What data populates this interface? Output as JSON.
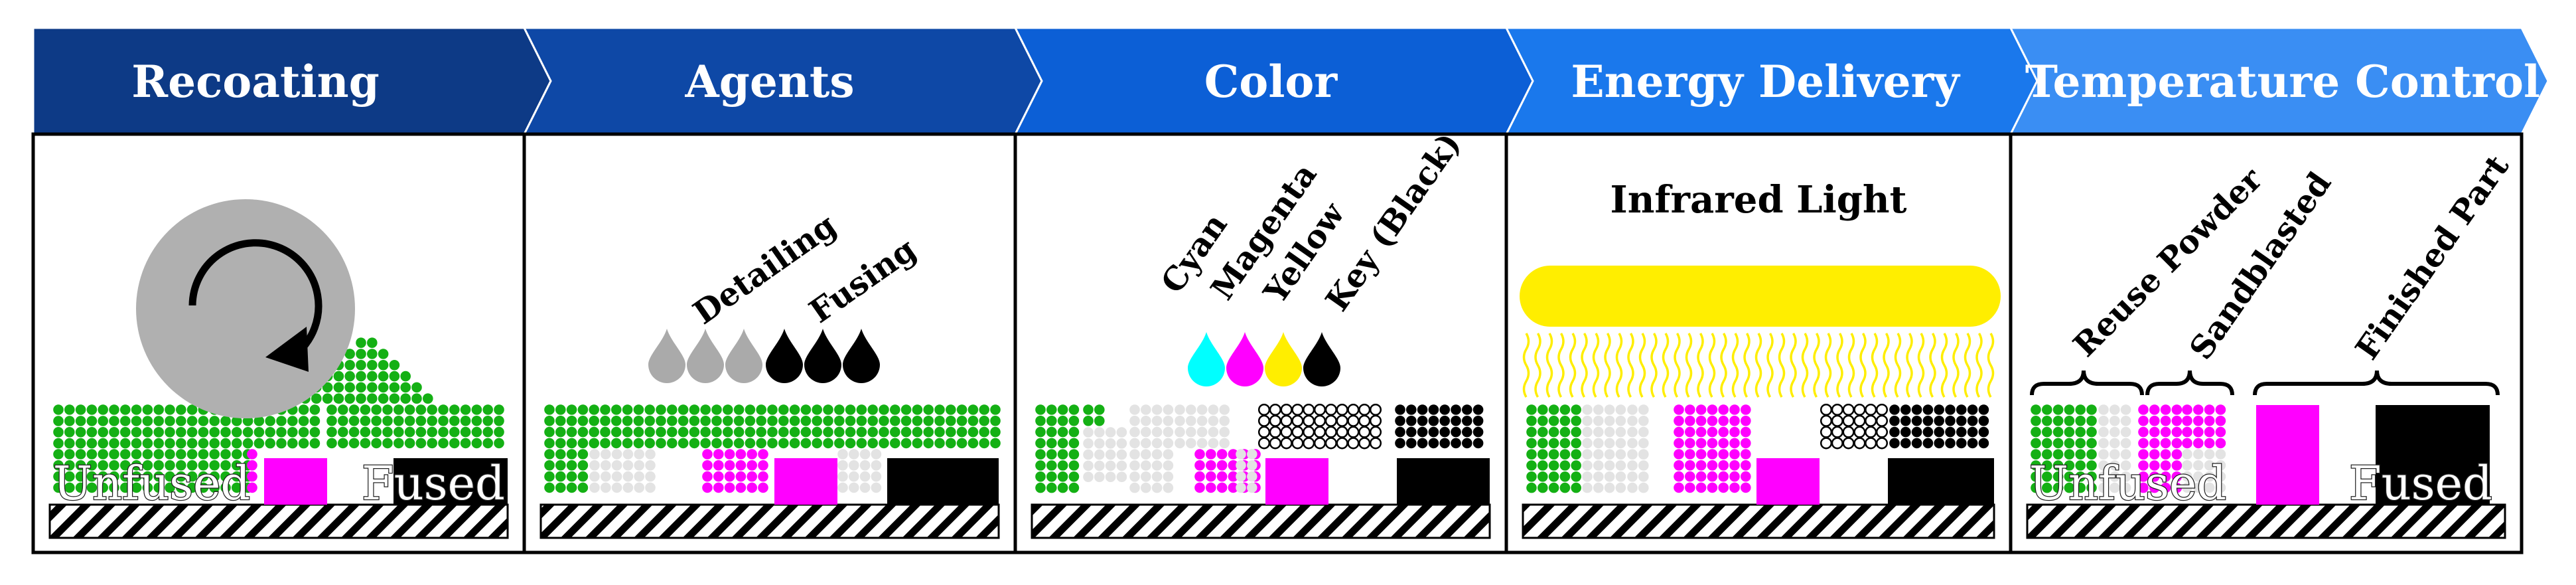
{
  "stages": [
    {
      "title": "Recoating",
      "color": "#0d3a86"
    },
    {
      "title": "Agents",
      "color": "#0e48a6"
    },
    {
      "title": "Color",
      "color": "#0c5fd6"
    },
    {
      "title": "Energy Delivery",
      "color": "#1a78ec"
    },
    {
      "title": "Temperature Control",
      "color": "#3a8ef3"
    }
  ],
  "recoating": {
    "unfused_label": "Unfused",
    "fused_label": "Fused",
    "icon": "rotate-arrow-icon"
  },
  "agents": {
    "detailing_label": "Detailing",
    "fusing_label": "Fusing"
  },
  "color": {
    "cyan_label": "Cyan",
    "magenta_label": "Magenta",
    "yellow_label": "Yellow",
    "key_label": "Key (Black)"
  },
  "energy": {
    "label": "Infrared Light"
  },
  "temperature": {
    "reuse_label": "Reuse Powder",
    "sandblasted_label": "Sandblasted",
    "finished_label": "Finished Part",
    "unfused_label": "Unfused",
    "fused_label": "Fused"
  },
  "colors": {
    "powder_green": "#14b014",
    "grey_dot": "#e3e3e3",
    "magenta": "#ff00ff",
    "cyan": "#00ffff",
    "yellow": "#ffee00",
    "black": "#000000",
    "rotate_disk": "#b0b0b0",
    "detailing_drop": "#aaaaaa"
  }
}
